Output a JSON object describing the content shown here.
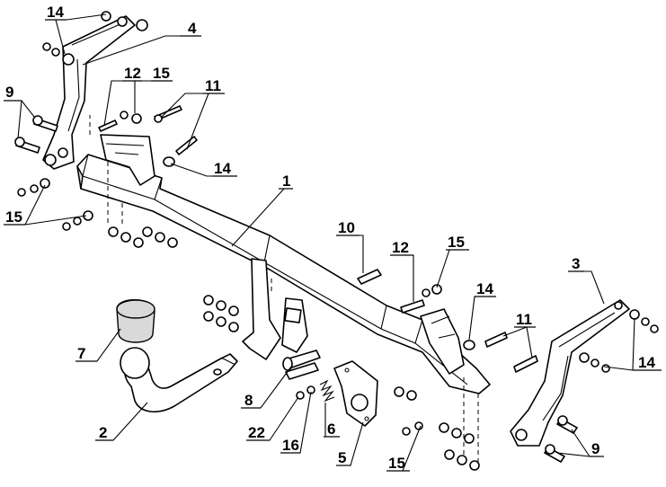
{
  "callouts": {
    "c14_top": "14",
    "c4": "4",
    "c9_left": "9",
    "c12_top": "12",
    "c15_top": "15",
    "c11_top": "11",
    "c14_mid": "14",
    "c15_left": "15",
    "c1": "1",
    "c10": "10",
    "c12_right": "12",
    "c15_right": "15",
    "c3": "3",
    "c14_right": "14",
    "c11_right": "11",
    "c14_far": "14",
    "c7": "7",
    "c2": "2",
    "c8": "8",
    "c22": "22",
    "c16": "16",
    "c6": "6",
    "c5": "5",
    "c15_bottom": "15",
    "c9_right": "9"
  }
}
